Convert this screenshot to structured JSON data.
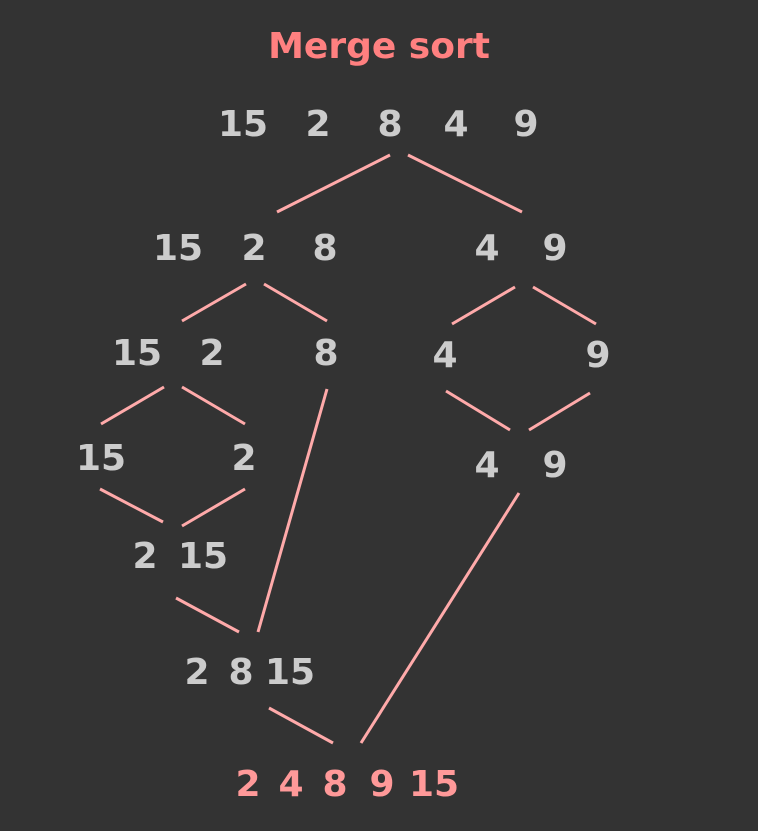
{
  "title": "Merge sort",
  "colors": {
    "background": "#333333",
    "title": "#ff8080",
    "numbers": "#cccccc",
    "result": "#ff9999",
    "edges": "#ffaaaa"
  },
  "levels": {
    "input": [
      "15",
      "2",
      "8",
      "4",
      "9"
    ],
    "split_left": [
      "15",
      "2",
      "8"
    ],
    "split_right": [
      "4",
      "9"
    ],
    "split_ll": [
      "15",
      "2"
    ],
    "split_lr": [
      "8"
    ],
    "split_rl": [
      "4"
    ],
    "split_rr": [
      "9"
    ],
    "single_15": [
      "15"
    ],
    "single_2": [
      "2"
    ],
    "merged_right": [
      "4",
      "9"
    ],
    "merged_2_15": [
      "2",
      "15"
    ],
    "merged_2_8_15": [
      "2",
      "8",
      "15"
    ],
    "result": [
      "2",
      "4",
      "8",
      "9",
      "15"
    ]
  }
}
